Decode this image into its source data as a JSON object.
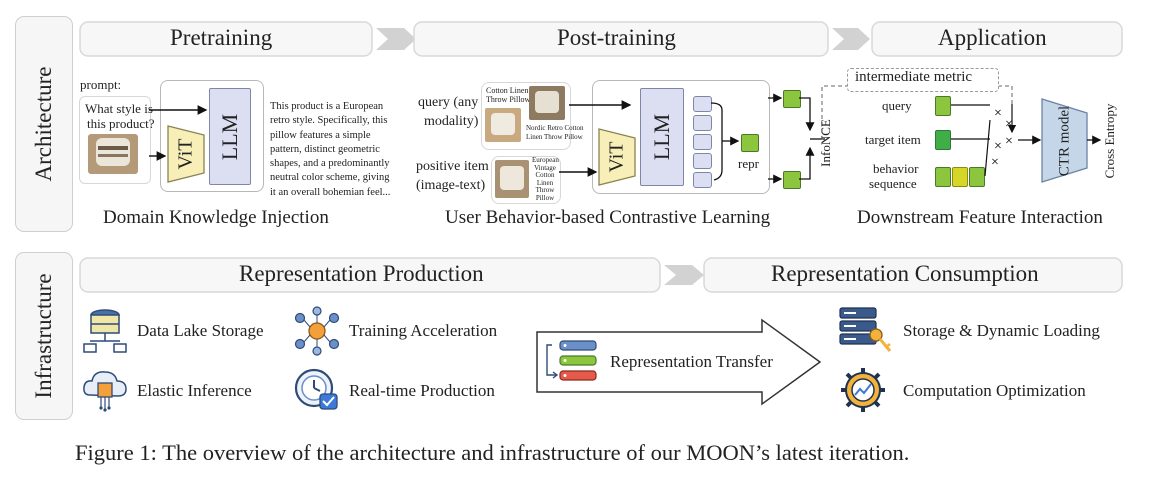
{
  "rows": {
    "architecture": "Architecture",
    "infrastructure": "Infrastructure"
  },
  "stages": {
    "pretraining": "Pretraining",
    "post_training": "Post-training",
    "application": "Application"
  },
  "pretraining": {
    "prompt_label": "prompt:",
    "prompt_text": [
      "What style is",
      "this product?"
    ],
    "vit": "ViT",
    "llm": "LLM",
    "output_lines": [
      "This product is a European",
      "retro style. Specifically, this",
      "pillow features a simple",
      "pattern, distinct geometric",
      "shapes, and a predominantly",
      "neutral color scheme, giving",
      "it an overall bohemian feel..."
    ],
    "caption": "Domain Knowledge Injection"
  },
  "post_training": {
    "query_label": [
      "query (any",
      "modality)"
    ],
    "positive_label": [
      "positive item",
      "(image-text)"
    ],
    "query_text_1": [
      "Cotton Linen",
      "Throw Pillow"
    ],
    "query_text_2": [
      "Nordic Retro Cotton",
      "Linen Throw Pillow"
    ],
    "positive_text": [
      "European",
      "Vintage",
      "Cotton",
      "Linen",
      "Throw",
      "Pillow"
    ],
    "vit": "ViT",
    "llm": "LLM",
    "repr": "repr",
    "infonce": "InfoNCE",
    "caption": "User Behavior-based Contrastive Learning"
  },
  "application": {
    "metric": "intermediate metric",
    "query": "query",
    "target_item": "target item",
    "behavior_sequence": [
      "behavior",
      "sequence"
    ],
    "ctr_model": "CTR model",
    "loss": "Cross Entropy",
    "caption": "Downstream Feature Interaction"
  },
  "infra": {
    "production": "Representation Production",
    "consumption": "Representation Consumption",
    "items": {
      "data_lake": "Data Lake Storage",
      "training_acc": "Training Acceleration",
      "elastic": "Elastic Inference",
      "realtime": "Real-time Production",
      "transfer": "Representation Transfer",
      "storage_loading": "Storage & Dynamic Loading",
      "computation": "Computation Optimization"
    }
  },
  "caption": "Figure 1: The overview of the architecture and infrastructure of our MOON’s latest iteration.",
  "colors": {
    "green": "#8cc63f",
    "dark_green": "#3fae49",
    "yellow": "#d6d628",
    "llm_fill": "#dcdff2",
    "vit_fill": "#f7eeb8",
    "icon_blue": "#3a5a8c"
  }
}
